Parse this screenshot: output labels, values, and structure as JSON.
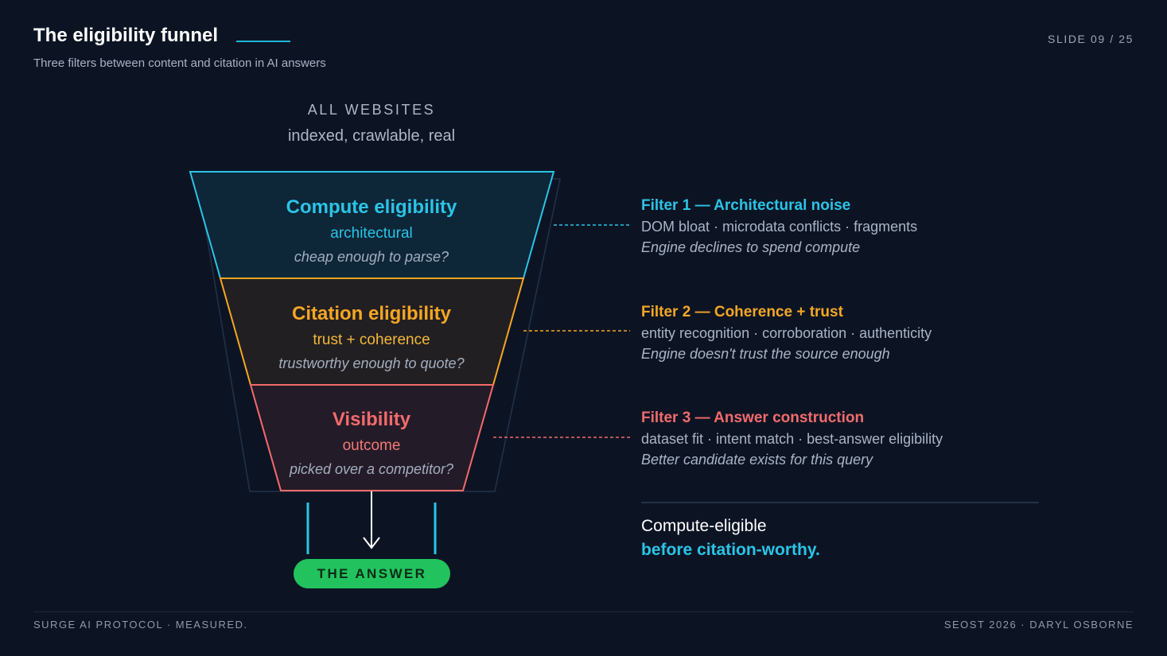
{
  "header": {
    "title": "The eligibility funnel",
    "subtitle": "Three filters between content and citation in AI answers",
    "slide_number": "SLIDE 09 / 25"
  },
  "funnel_top": {
    "label": "ALL WEBSITES",
    "sub": "indexed, crawlable, real"
  },
  "tiers": [
    {
      "name": "Compute eligibility",
      "kind": "architectural",
      "question": "cheap enough to parse?"
    },
    {
      "name": "Citation eligibility",
      "kind": "trust + coherence",
      "question": "trustworthy enough to quote?"
    },
    {
      "name": "Visibility",
      "kind": "outcome",
      "question": "picked over a competitor?"
    }
  ],
  "filters": [
    {
      "heading": "Filter 1 — Architectural noise",
      "items": "DOM bloat · microdata conflicts · fragments",
      "note": "Engine declines to spend compute"
    },
    {
      "heading": "Filter 2 — Coherence + trust",
      "items": "entity recognition · corroboration · authenticity",
      "note": "Engine doesn't trust the source enough"
    },
    {
      "heading": "Filter 3 — Answer construction",
      "items": "dataset fit · intent match · best-answer eligibility",
      "note": "Better candidate exists for this query"
    }
  ],
  "summary": {
    "line1": "Compute-eligible",
    "line2": "before citation-worthy."
  },
  "answer_label": "THE ANSWER",
  "footer": {
    "left": "SURGE AI PROTOCOL · MEASURED.",
    "right": "SEOST 2026 · DARYL OSBORNE"
  },
  "colors": {
    "background": "#0c1424",
    "tier1": "#2bc4e6",
    "tier2": "#f5a623",
    "tier3": "#f26b6b",
    "answer": "#22c35e"
  }
}
